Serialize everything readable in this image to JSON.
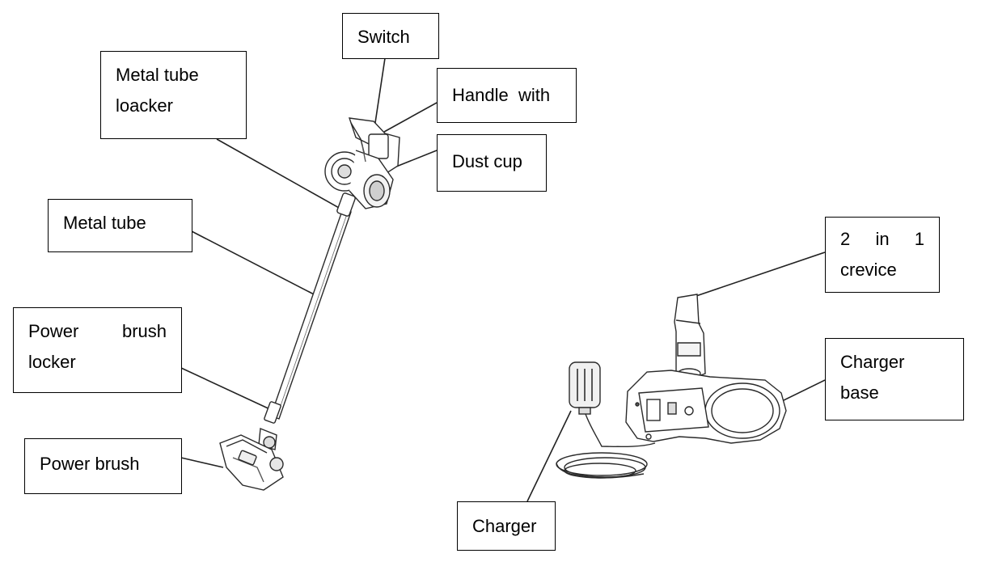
{
  "labels": {
    "switch": "Switch",
    "metal_tube_locker": [
      "Metal tube",
      "loacker"
    ],
    "handle": "Handle  with",
    "dust_cup": "Dust cup",
    "metal_tube": "Metal tube",
    "power_brush_locker": [
      "Power",
      "brush",
      "locker"
    ],
    "power_brush": "Power brush",
    "crevice": [
      "2",
      "in",
      "1",
      "crevice"
    ],
    "charger_base": [
      "Charger",
      "base"
    ],
    "charger": "Charger"
  }
}
